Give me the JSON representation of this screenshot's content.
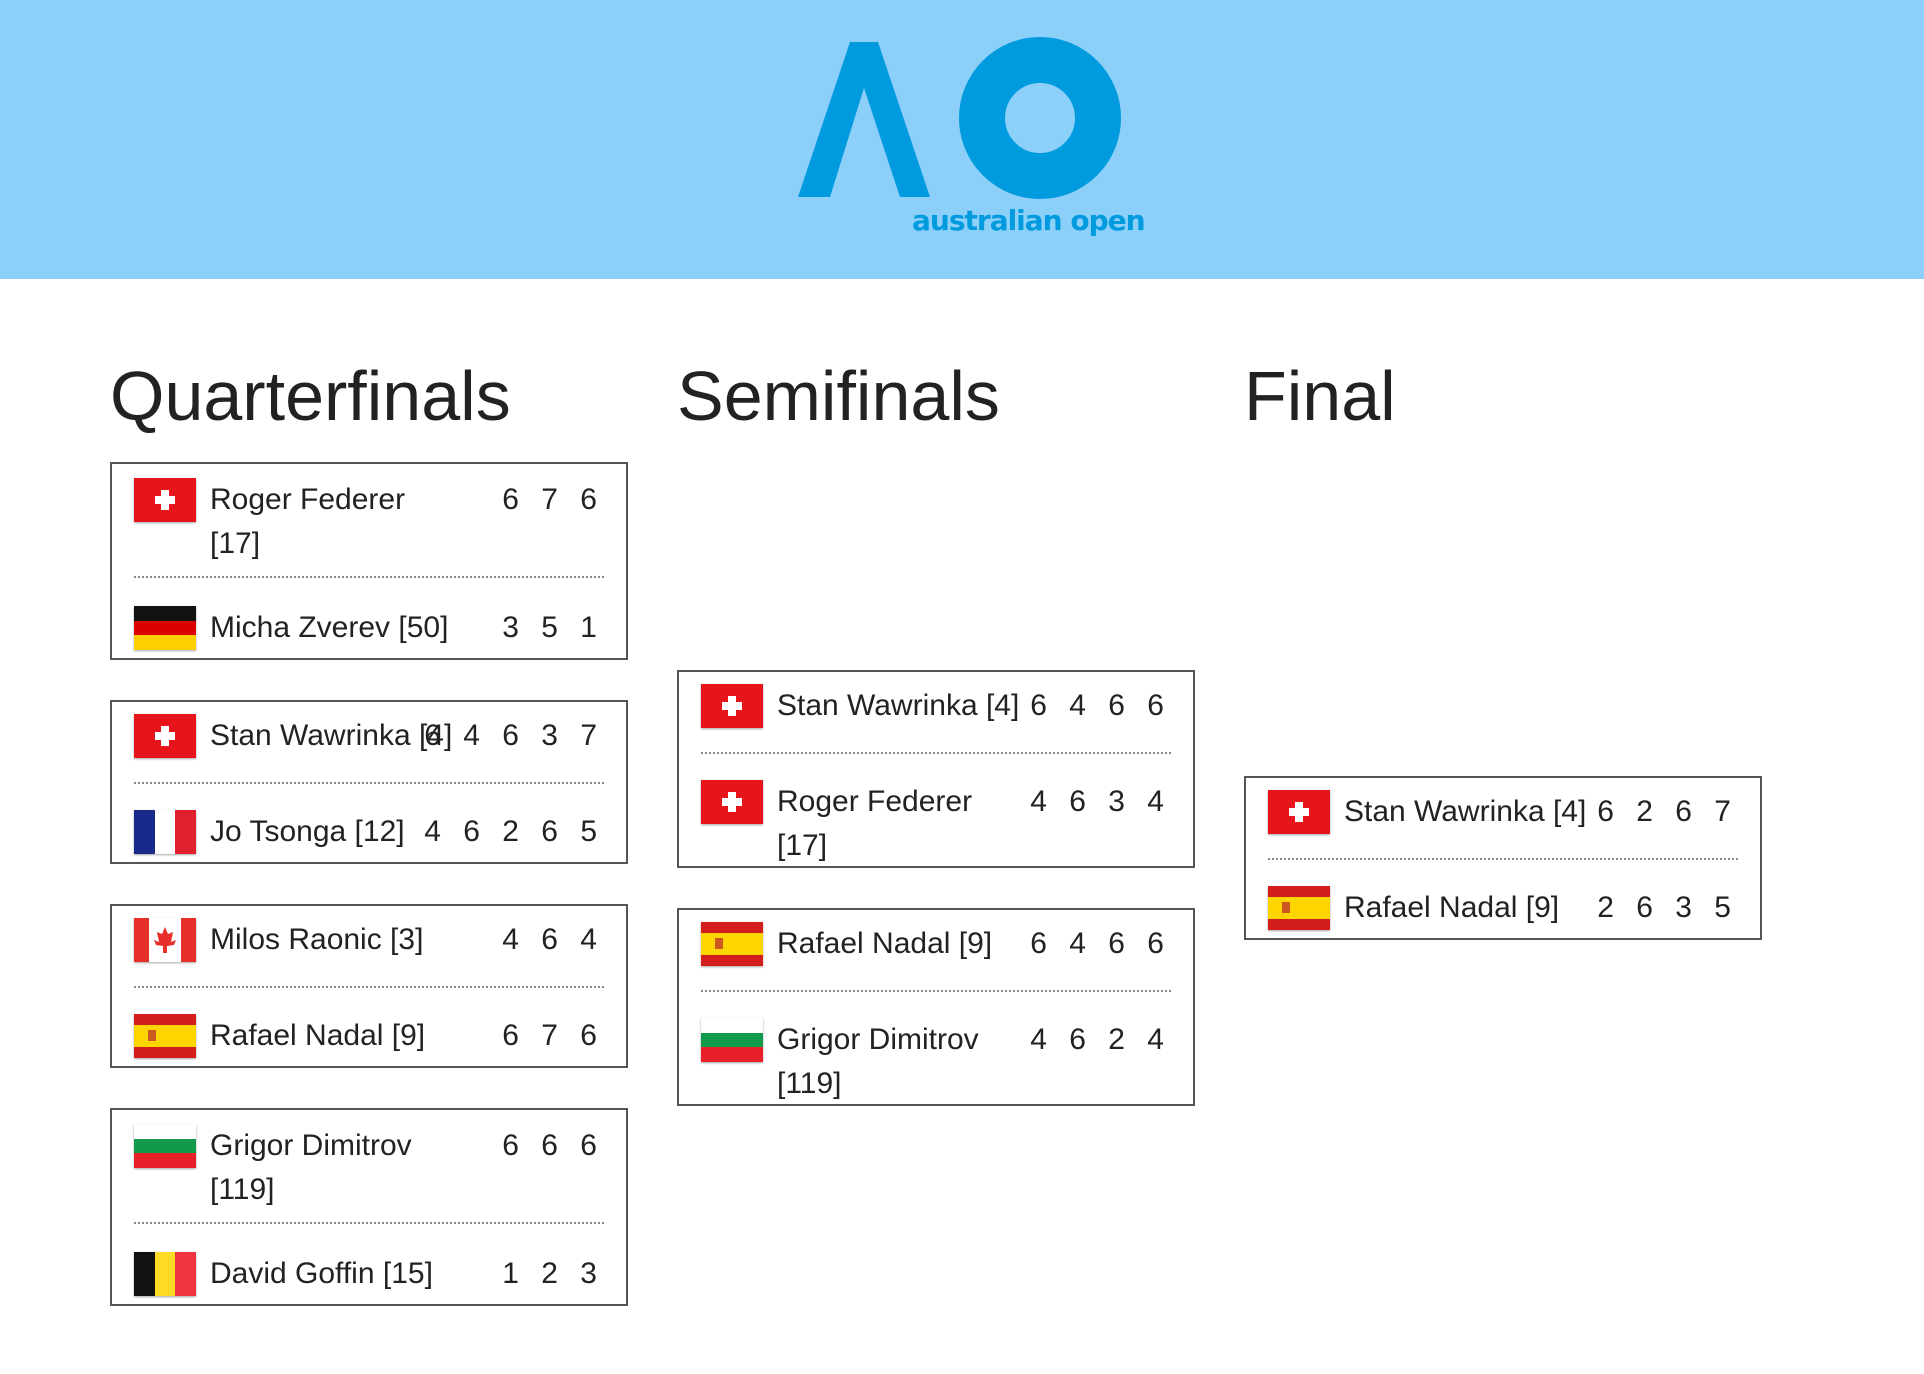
{
  "brand": {
    "logo_text": "australian open",
    "color": "#009bde",
    "header_bg": "#8ccff9"
  },
  "rounds": {
    "qf": "Quarterfinals",
    "sf": "Semifinals",
    "final": "Final"
  },
  "flags": {
    "SUI": "swiss-flag-icon",
    "GER": "german-flag-icon",
    "FRA": "french-flag-icon",
    "CAN": "canadian-flag-icon",
    "ESP": "spanish-flag-icon",
    "BUL": "bulgarian-flag-icon",
    "BEL": "belgian-flag-icon"
  },
  "quarterfinals": [
    {
      "p1": {
        "name": "Roger Federer [17]",
        "country": "SUI",
        "score": "6 7 6"
      },
      "p2": {
        "name": "Micha Zverev [50]",
        "country": "GER",
        "score": "3 5 1"
      }
    },
    {
      "p1": {
        "name": "Stan Wawrinka [4]",
        "country": "SUI",
        "score": "6 4 6 3 7"
      },
      "p2": {
        "name": "Jo Tsonga [12]",
        "country": "FRA",
        "score": "4 6 2 6 5"
      }
    },
    {
      "p1": {
        "name": "Milos Raonic [3]",
        "country": "CAN",
        "score": "4 6 4"
      },
      "p2": {
        "name": "Rafael Nadal [9]",
        "country": "ESP",
        "score": "6 7 6"
      }
    },
    {
      "p1": {
        "name": "Grigor Dimitrov [119]",
        "country": "BUL",
        "score": "6 6 6"
      },
      "p2": {
        "name": "David Goffin [15]",
        "country": "BEL",
        "score": "1 2 3"
      }
    }
  ],
  "semifinals": [
    {
      "p1": {
        "name": "Stan Wawrinka [4]",
        "country": "SUI",
        "score": "6 4 6 6"
      },
      "p2": {
        "name": "Roger Federer [17]",
        "country": "SUI",
        "score": "4 6 3 4"
      }
    },
    {
      "p1": {
        "name": "Rafael Nadal [9]",
        "country": "ESP",
        "score": "6 4 6 6"
      },
      "p2": {
        "name": "Grigor Dimitrov [119]",
        "country": "BUL",
        "score": "4 6 2 4"
      }
    }
  ],
  "final": [
    {
      "p1": {
        "name": "Stan Wawrinka [4]",
        "country": "SUI",
        "score": "6 2 6 7"
      },
      "p2": {
        "name": "Rafael Nadal [9]",
        "country": "ESP",
        "score": "2 6 3 5"
      }
    }
  ]
}
